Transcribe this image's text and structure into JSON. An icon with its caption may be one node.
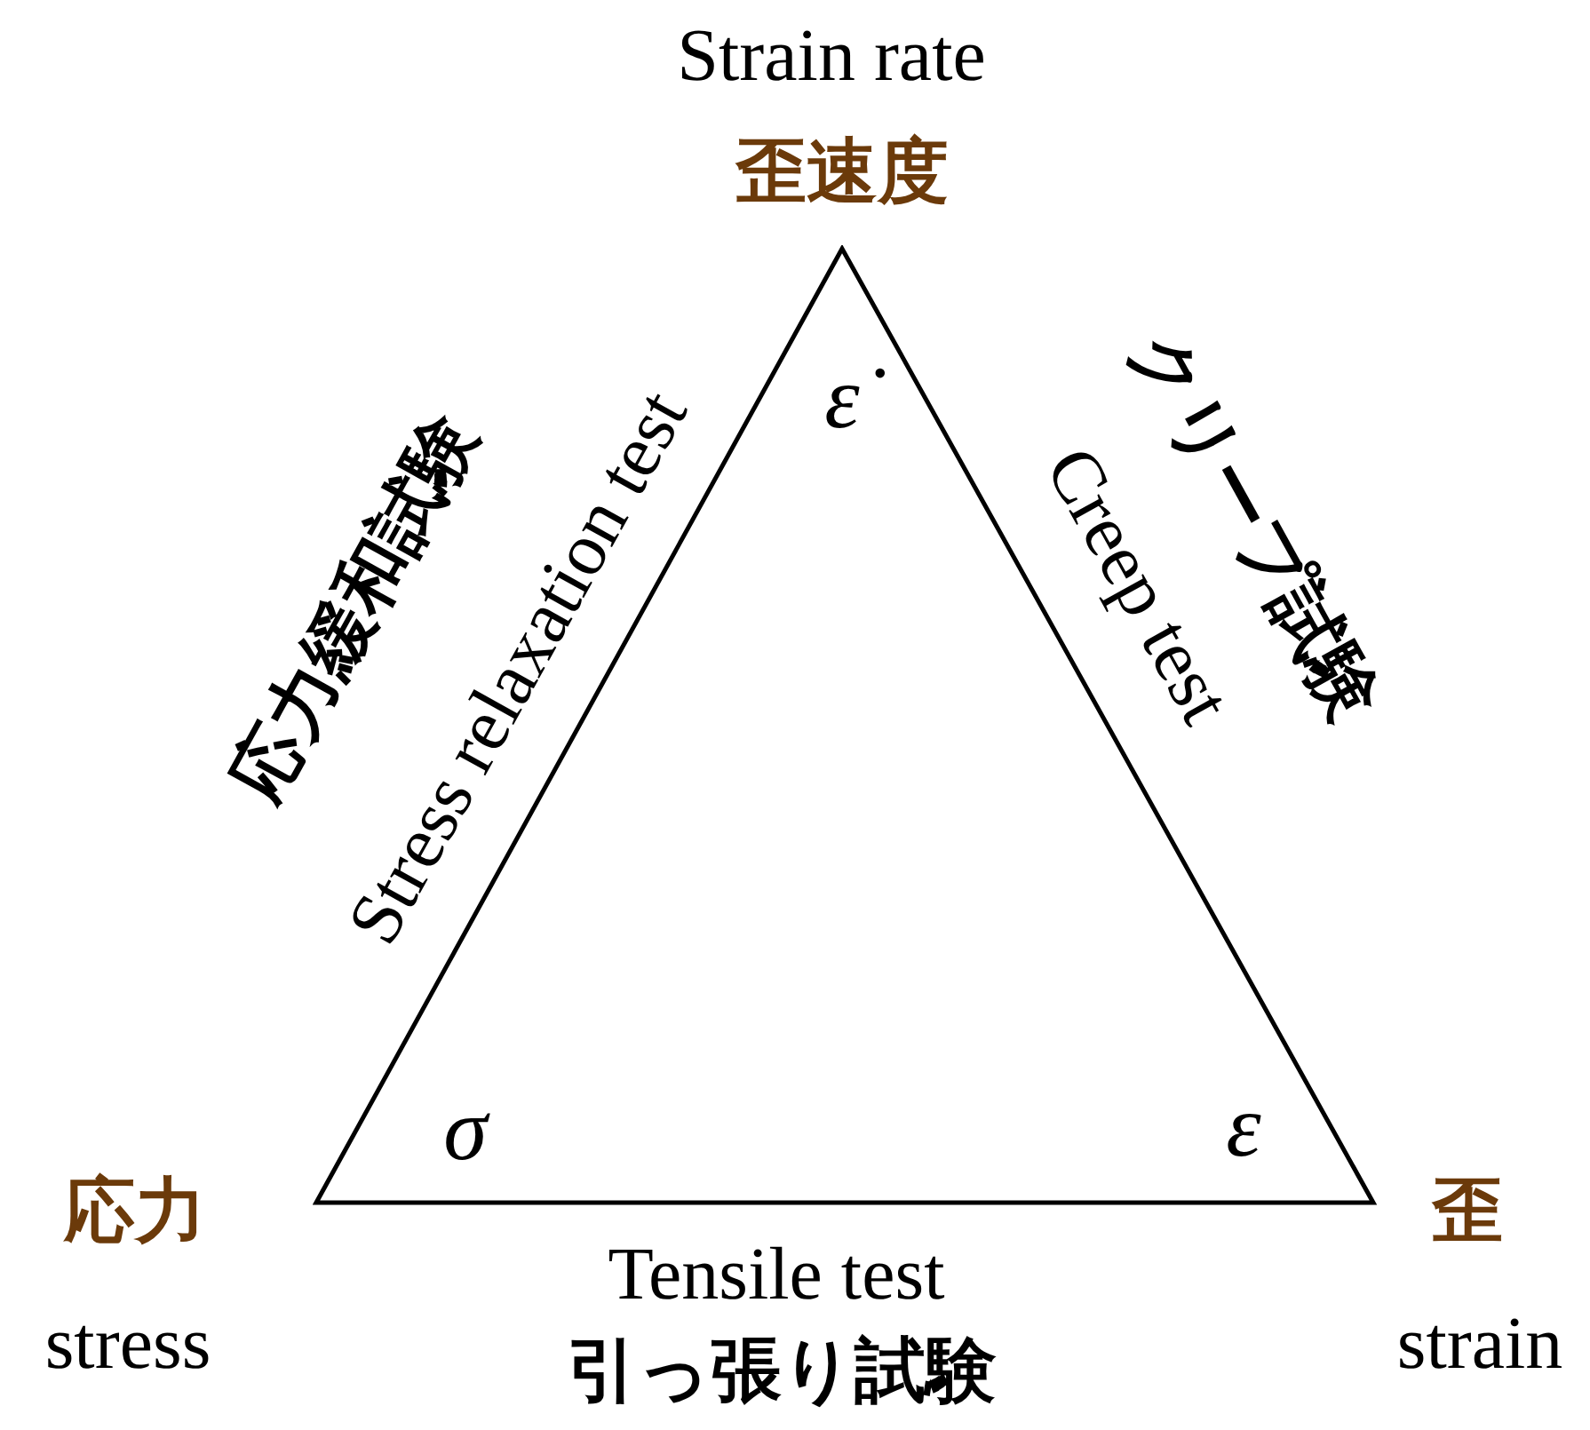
{
  "diagram": {
    "nodes": [
      {
        "text": [
          "ε̇",
          "σ",
          "ε"
        ]
      }
    ],
    "labels": [
      "Strain rate",
      "歪速度",
      "応力緩和試験",
      "クリープ試験",
      "Stress relaxation test",
      "Creep test",
      "応力",
      "歪",
      "Tensile test",
      "stress",
      "strain",
      "引っ張り試験"
    ]
  }
}
